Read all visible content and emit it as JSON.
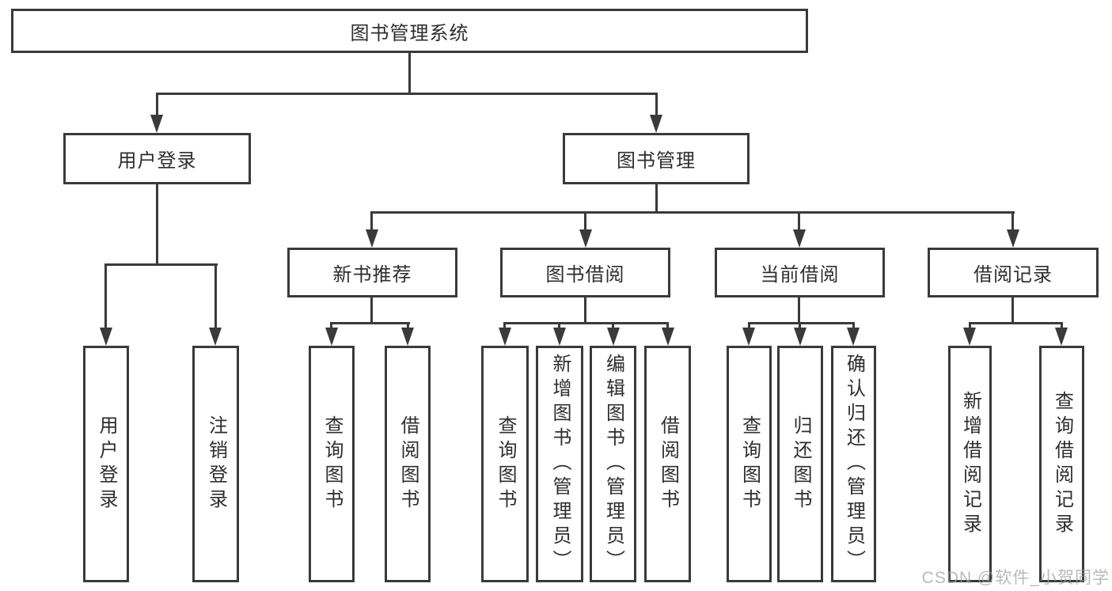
{
  "colors": {
    "line": "#3a3a3a",
    "text": "#2e2e2e",
    "background": "#ffffff",
    "watermark": "#a0a0a0"
  },
  "tree": {
    "root": "图书管理系统",
    "level2": [
      {
        "label": "用户登录",
        "children": [
          "用户登录",
          "注销登录"
        ]
      },
      {
        "label": "图书管理"
      }
    ],
    "level3": [
      {
        "label": "新书推荐",
        "children": [
          "查询图书",
          "借阅图书"
        ]
      },
      {
        "label": "图书借阅",
        "children": [
          "查询图书",
          "新增图书（管理员）",
          "编辑图书（管理员）",
          "借阅图书"
        ]
      },
      {
        "label": "当前借阅",
        "children": [
          "查询图书",
          "归还图书",
          "确认归还（管理员）"
        ]
      },
      {
        "label": "借阅记录",
        "children": [
          "新增借阅记录",
          "查询借阅记录"
        ]
      }
    ]
  },
  "watermark": "CSDN @软件_小贺同学"
}
